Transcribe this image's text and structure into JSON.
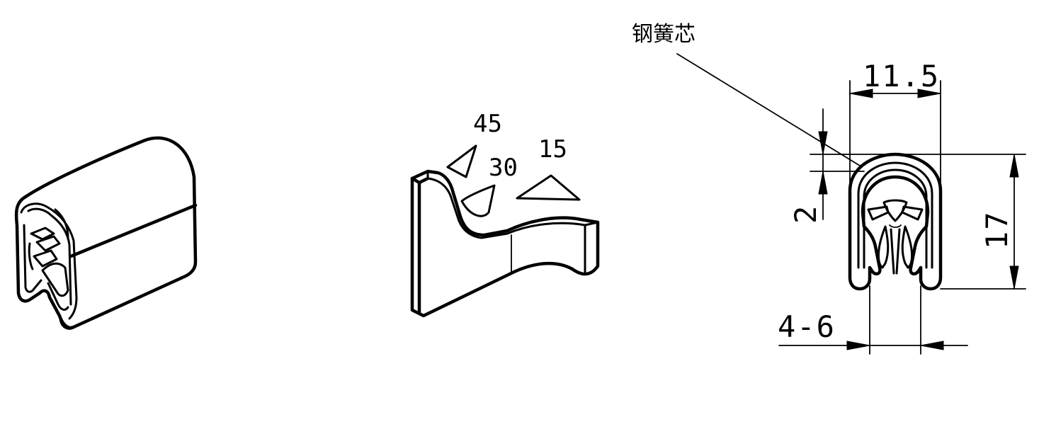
{
  "labels": {
    "core_note": "钢簧芯",
    "width_dim": "11.5",
    "height_dim": "17",
    "core_thickness_dim": "2",
    "clamp_range_dim": "4-6",
    "angle_45": "45",
    "angle_30": "30",
    "angle_15": "15"
  },
  "colors": {
    "line": "#000000",
    "background": "#ffffff"
  }
}
